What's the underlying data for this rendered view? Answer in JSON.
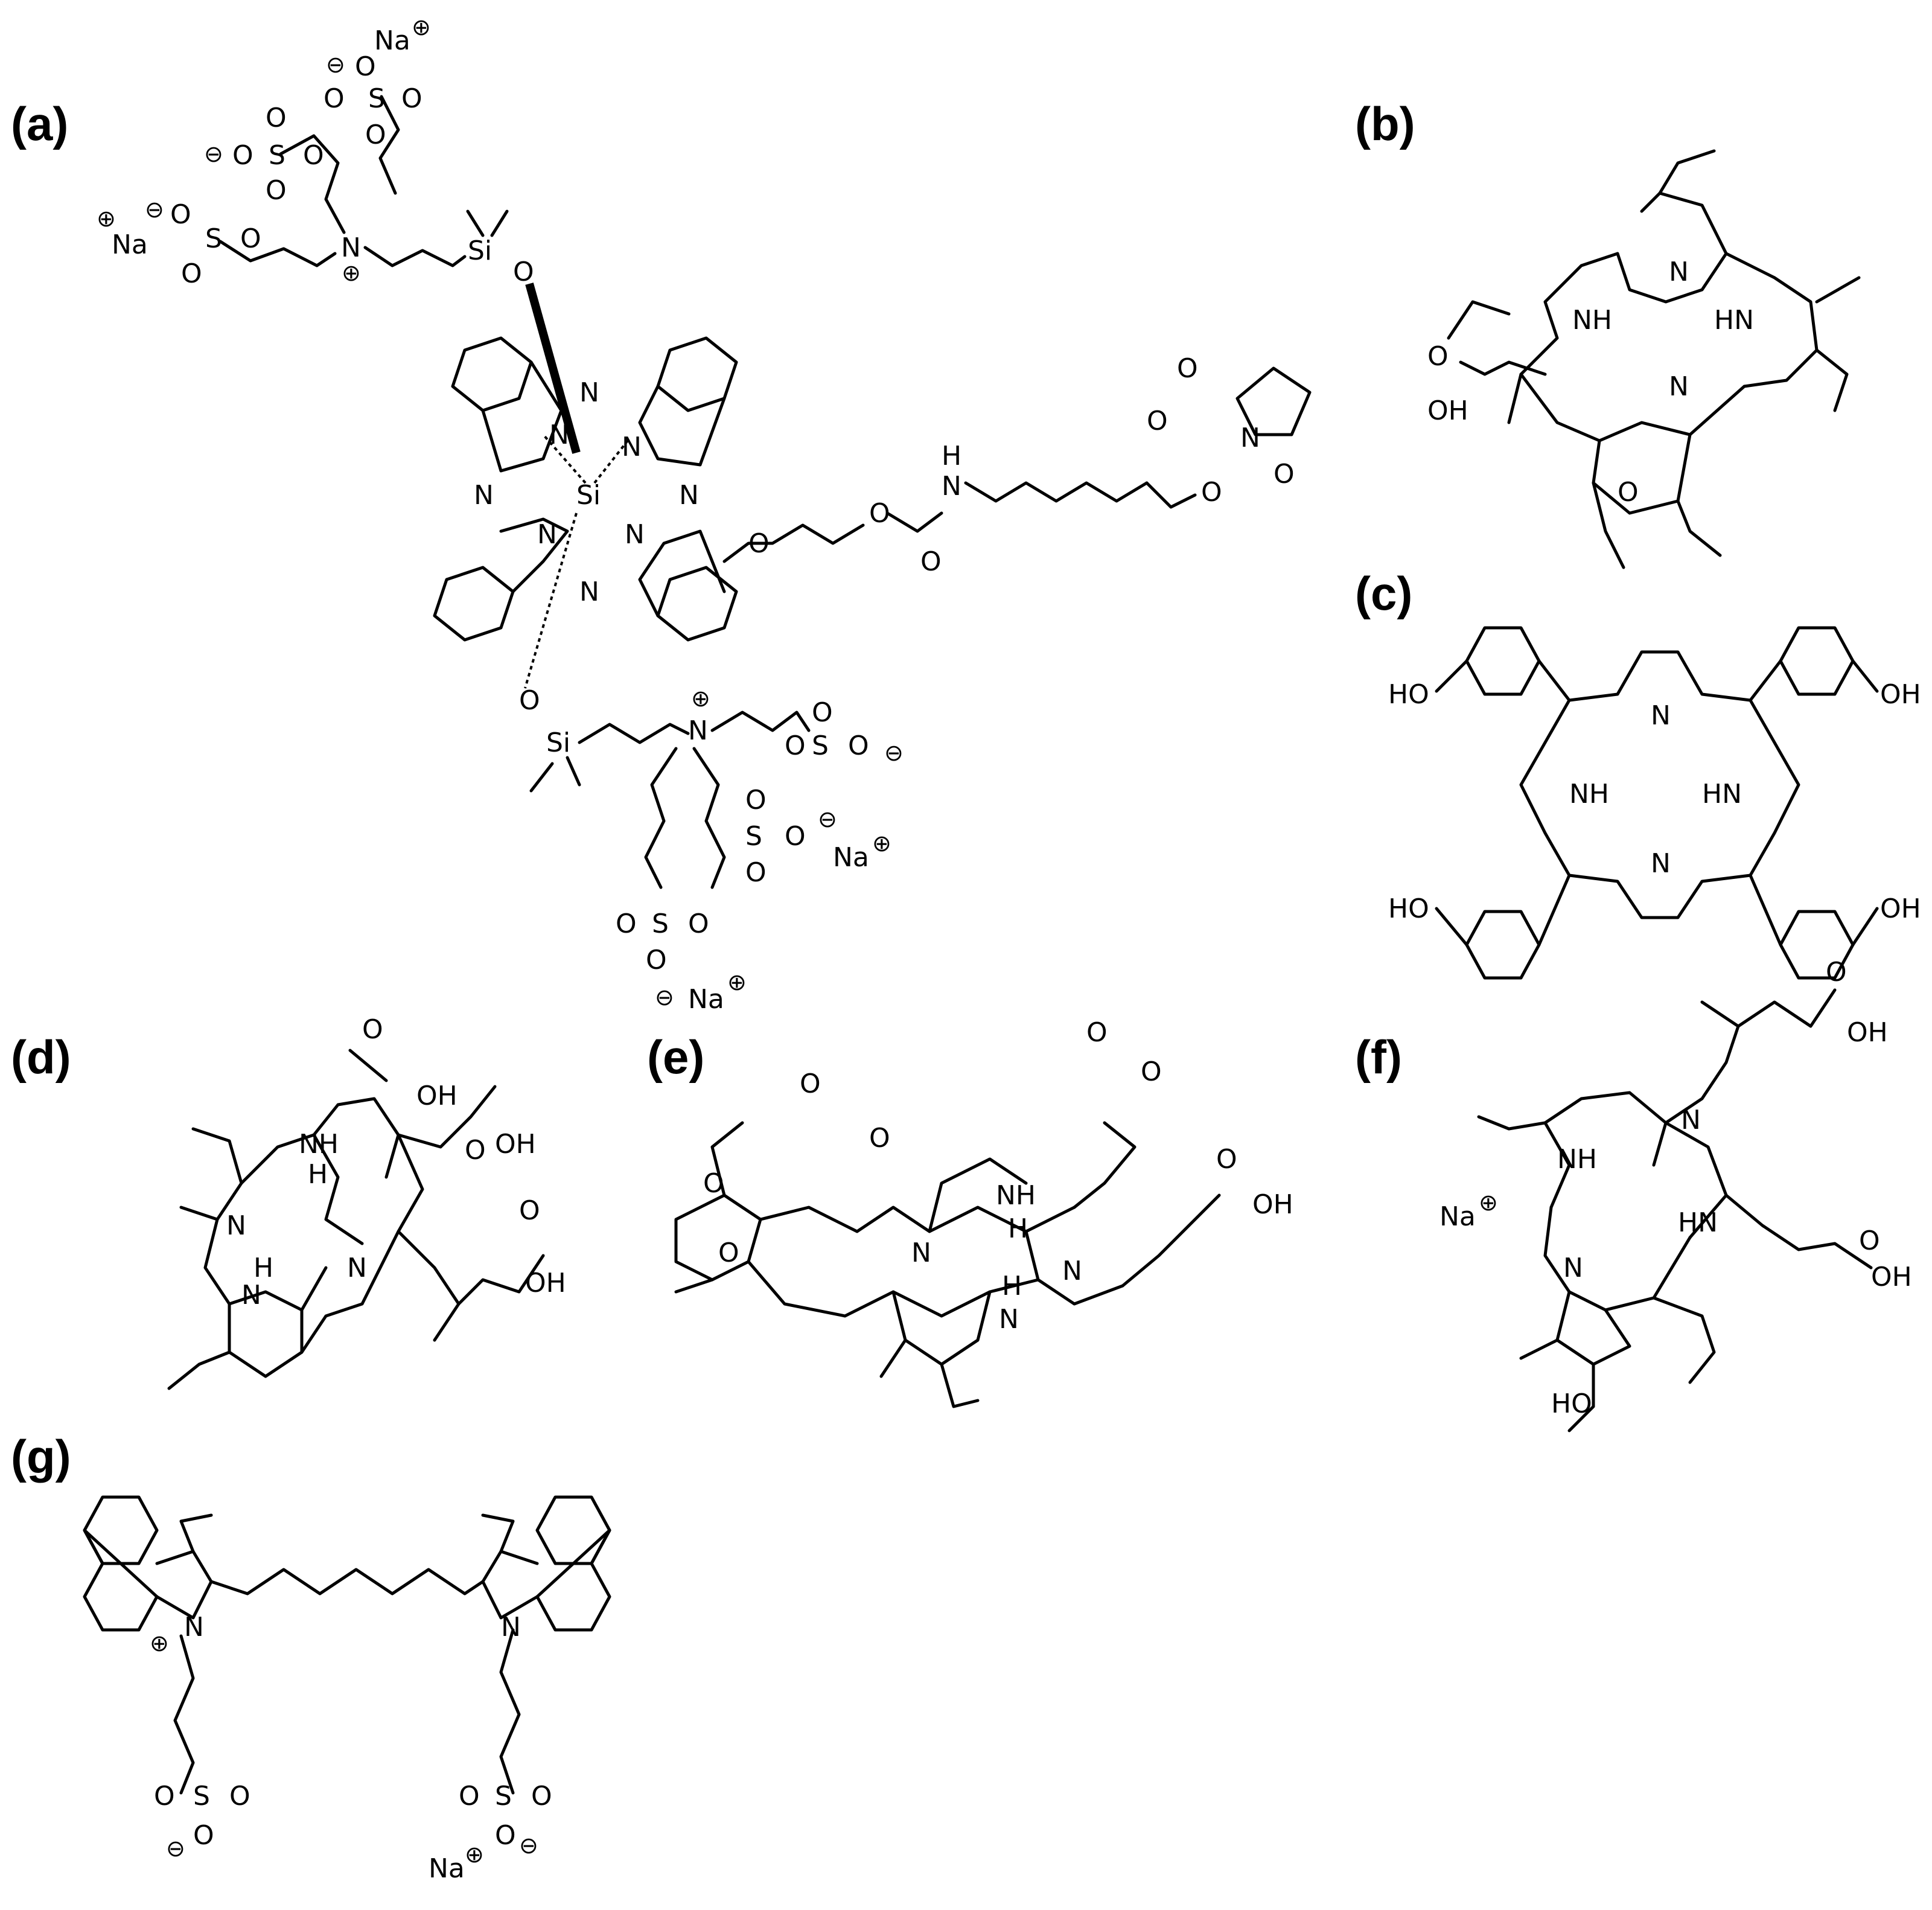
{
  "panels": [
    {
      "id": "a",
      "label": "(a)"
    },
    {
      "id": "b",
      "label": "(b)"
    },
    {
      "id": "c",
      "label": "(c)"
    },
    {
      "id": "d",
      "label": "(d)"
    },
    {
      "id": "e",
      "label": "(e)"
    },
    {
      "id": "f",
      "label": "(f)"
    },
    {
      "id": "g",
      "label": "(g)"
    }
  ],
  "atoms": {
    "na": "Na",
    "n": "N",
    "si": "Si",
    "o": "O",
    "s": "S",
    "nh": "NH",
    "hn": "HN",
    "h": "H",
    "oh": "OH",
    "ho": "HO"
  },
  "charges": {
    "plus": "⊕",
    "minus": "⊖"
  }
}
